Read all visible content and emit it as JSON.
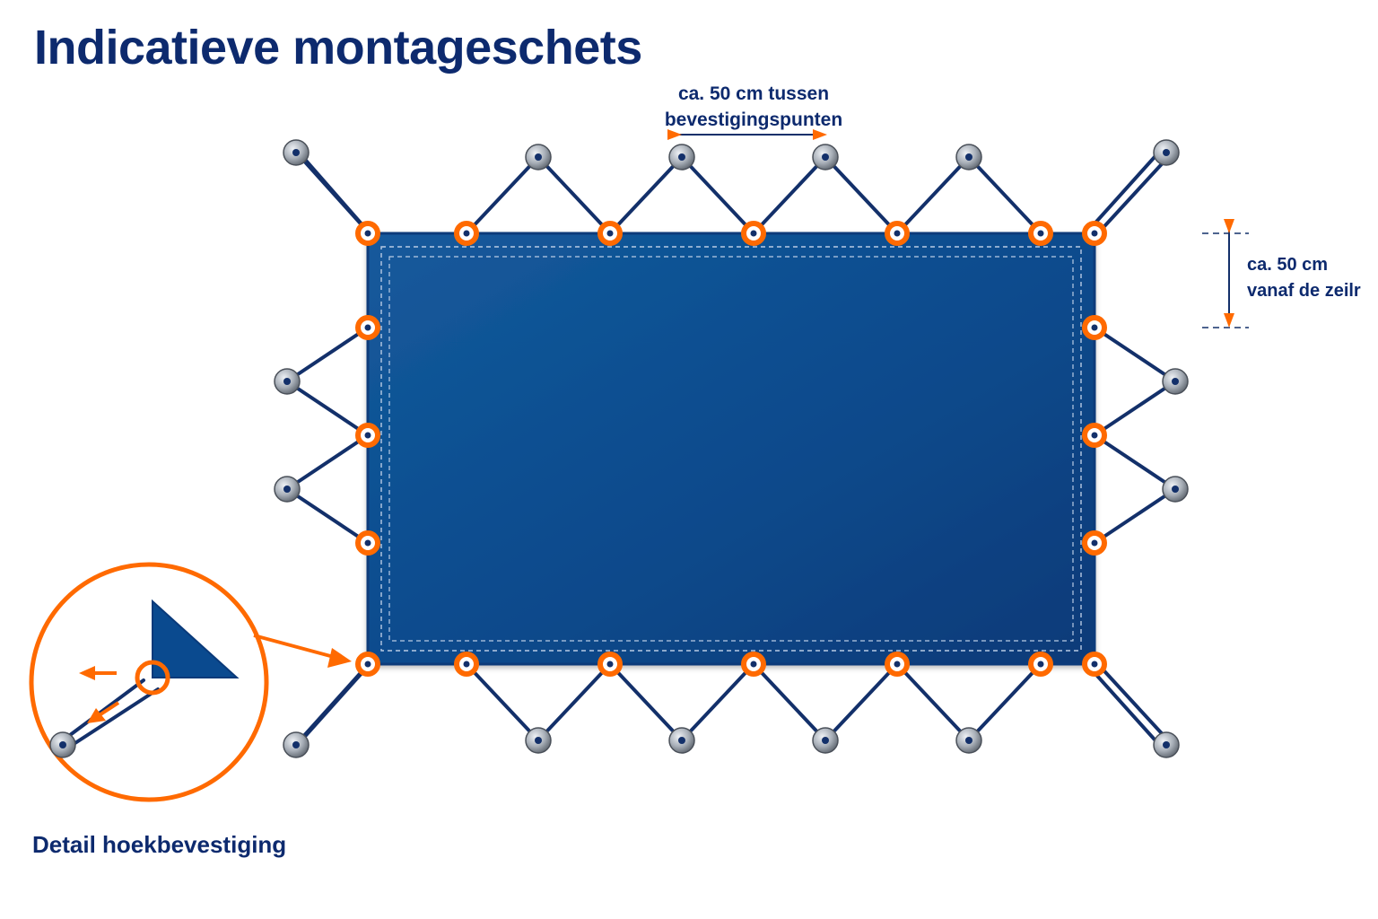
{
  "title": "Indicatieve montageschets",
  "spacing_annotation": {
    "line1": "ca. 50 cm tussen",
    "line2": "bevestigingspunten"
  },
  "offset_annotation": {
    "line1": "ca. 50 cm",
    "line2": "vanaf de zeilr"
  },
  "detail_caption": "Detail hoekbevestiging",
  "colors": {
    "navy": "#0d2a6e",
    "sail_blue": "#0a4a8f",
    "accent_orange": "#ff6a00",
    "anchor_gray": "#8a9099"
  }
}
